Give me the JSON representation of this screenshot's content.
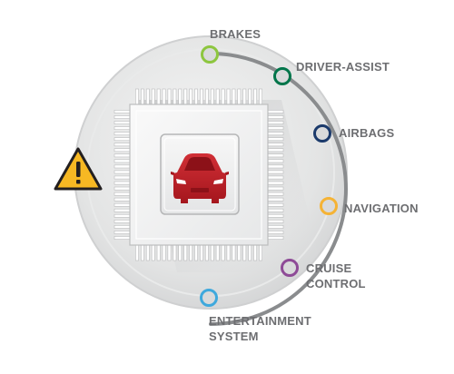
{
  "systems": [
    {
      "key": "brakes",
      "label": "BRAKES",
      "color": "#8dc63f"
    },
    {
      "key": "driver-assist",
      "label": "DRIVER-ASSIST",
      "color": "#00754a"
    },
    {
      "key": "airbags",
      "label": "AIRBAGS",
      "color": "#1b3a6b"
    },
    {
      "key": "navigation",
      "label": "NAVIGATION",
      "color": "#f5b335"
    },
    {
      "key": "cruise-control",
      "label_line1": "CRUISE",
      "label_line2": "CONTROL",
      "color": "#8e4b97"
    },
    {
      "key": "entertainment-system",
      "label_line1": "ENTERTAINMENT",
      "label_line2": "SYSTEM",
      "color": "#3fa9dd"
    }
  ],
  "colors": {
    "label_text": "#6d6e71",
    "warning_fill": "#f7b823",
    "car_body": "#c1272d",
    "chip": "#f1f2f2",
    "outer_circle": "#dcdddd",
    "ring": "#8a8c8e"
  },
  "icons": {
    "warning": "warning-triangle-icon",
    "car": "car-icon",
    "chip": "microchip-icon"
  }
}
